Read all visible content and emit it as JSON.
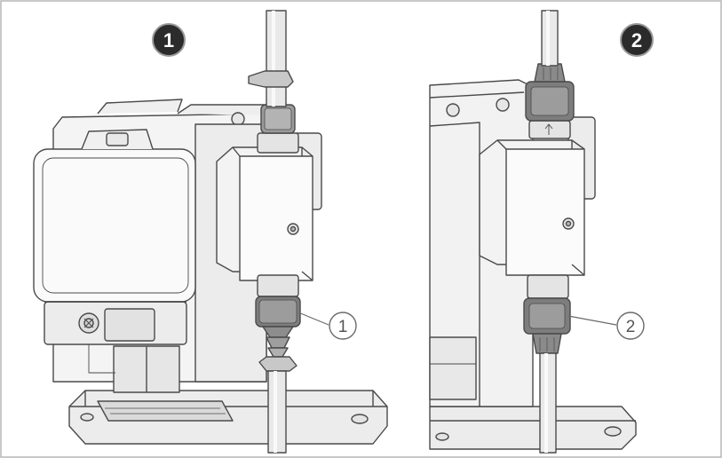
{
  "figure": {
    "panels": [
      {
        "step_badge": "1",
        "callout": "1",
        "fitting": "hose-barb-connector"
      },
      {
        "step_badge": "2",
        "callout": "2",
        "fitting": "compression-nut-connector"
      }
    ],
    "colors": {
      "line": "#4a4a4a",
      "fill_light": "#f7f7f7",
      "fill_shade": "#dedede",
      "fitting_dark": "#7d7d7d",
      "badge": "#2b2b2b",
      "border": "#b5b5b5"
    }
  }
}
